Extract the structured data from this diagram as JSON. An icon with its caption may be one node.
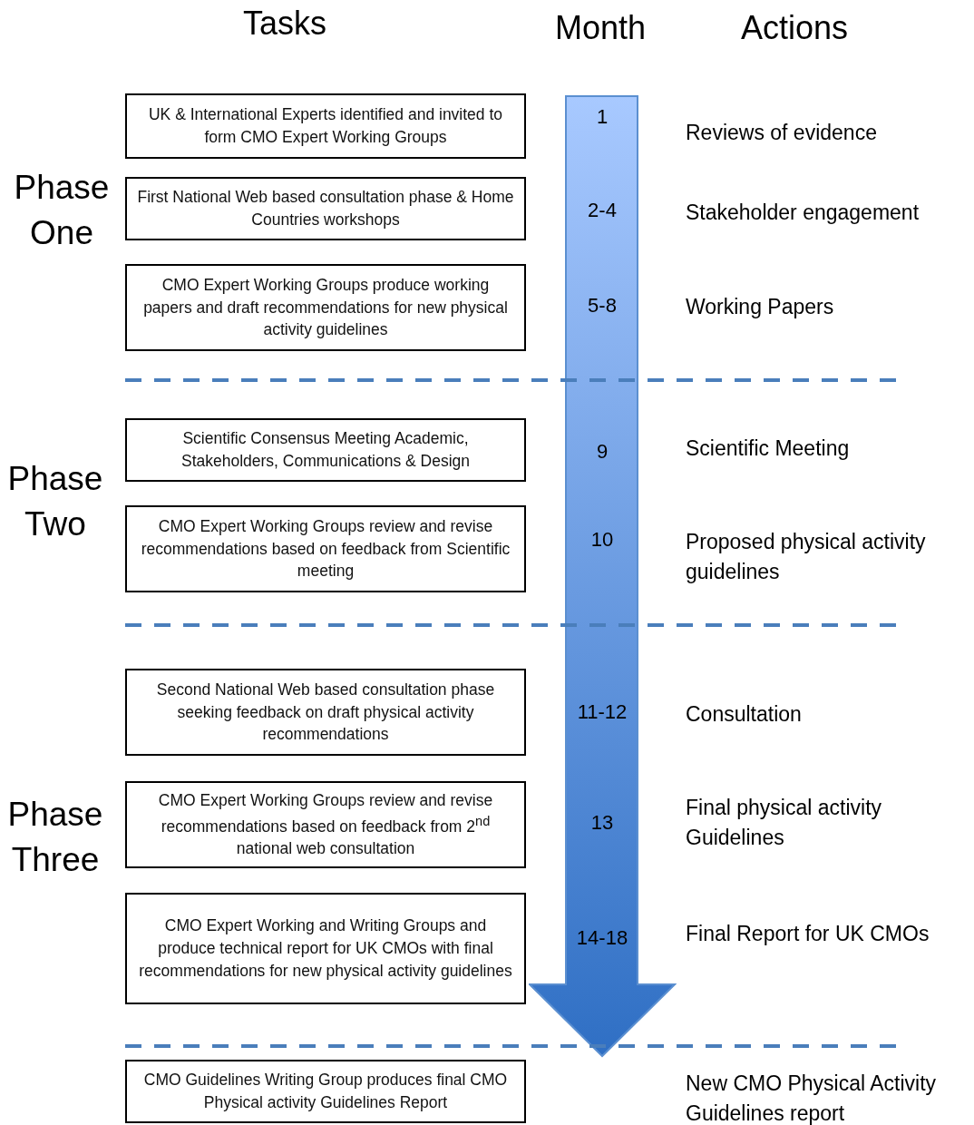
{
  "diagram": {
    "nodes": [
      {
        "text": [
          "UK & International Experts identified and invited to form CMO Expert Working Groups"
        ]
      },
      {
        "text": [
          "First National Web based consultation phase & Home Countries workshops"
        ]
      },
      {
        "text": [
          "CMO Expert Working Groups produce working papers and draft recommendations for new physical activity guidelines"
        ]
      },
      {
        "text": [
          "Scientific Consensus Meeting Academic, Stakeholders, Communications & Design"
        ]
      },
      {
        "text": [
          "CMO Expert Working Groups review and revise recommendations based on feedback from Scientific meeting"
        ]
      },
      {
        "text": [
          "Second National Web based consultation phase seeking feedback on draft physical activity recommendations"
        ]
      },
      {
        "text": [
          "CMO Expert Working Groups review and revise recommendations based on feedback from 2$^{nd}$ national web consultation"
        ]
      },
      {
        "text": [
          "CMO Expert Working and Writing Groups and produce technical report for UK CMOs with final recommendations for new physical activity guidelines"
        ]
      },
      {
        "text": [
          "CMO Guidelines Writing Group produces final CMO Physical activity Guidelines Report"
        ]
      },
      {
        "text": [
          "1",
          "2-4",
          "5-8",
          "9",
          "10",
          "11-12",
          "13",
          "14-18"
        ]
      }
    ],
    "edges": [],
    "labels": [
      "Tasks",
      "Month",
      "Actions",
      "Phase One",
      "Reviews of evidence",
      "Stakeholder engagement",
      "Working Papers",
      "Phase Two",
      "Scientific Meeting",
      "Proposed physical activity guidelines",
      "Consultation",
      "Phase Three",
      "Final physical activity Guidelines",
      "Final Report for UK CMOs",
      "New CMO Physical Activity Guidelines report"
    ]
  }
}
